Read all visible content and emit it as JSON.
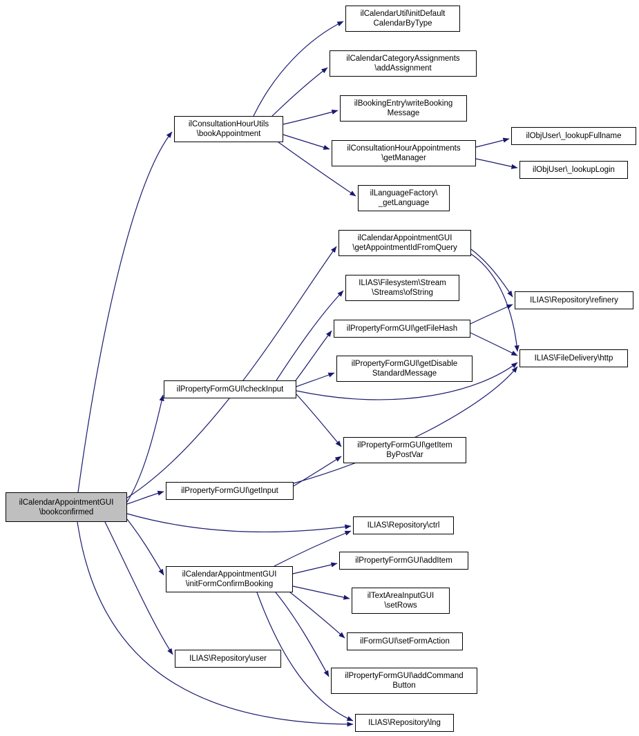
{
  "diagram": {
    "type": "call-graph",
    "colors": {
      "edge_color": "#191970",
      "node_border_color": "#000000",
      "node_fill": "#ffffff",
      "highlight_fill": "#bfbfbf",
      "background": "#ffffff"
    },
    "nodes": [
      {
        "id": "bookconfirmed",
        "highlighted": true,
        "lines": [
          "ilCalendarAppointmentGUI",
          "\\bookconfirmed"
        ]
      },
      {
        "id": "bookAppointment",
        "lines": [
          "ilConsultationHourUtils",
          "\\bookAppointment"
        ]
      },
      {
        "id": "initDefaultCalendarByType",
        "lines": [
          "ilCalendarUtil\\initDefault",
          "CalendarByType"
        ]
      },
      {
        "id": "addAssignment",
        "lines": [
          "ilCalendarCategoryAssignments",
          "\\addAssignment"
        ]
      },
      {
        "id": "writeBookingMessage",
        "lines": [
          "ilBookingEntry\\writeBooking",
          "Message"
        ]
      },
      {
        "id": "getManager",
        "lines": [
          "ilConsultationHourAppointments",
          "\\getManager"
        ]
      },
      {
        "id": "getLanguage",
        "lines": [
          "ilLanguageFactory\\",
          "_getLanguage"
        ]
      },
      {
        "id": "lookupFullname",
        "lines": [
          "ilObjUser\\_lookupFullname"
        ]
      },
      {
        "id": "lookupLogin",
        "lines": [
          "ilObjUser\\_lookupLogin"
        ]
      },
      {
        "id": "getAppointmentIdFromQuery",
        "lines": [
          "ilCalendarAppointmentGUI",
          "\\getAppointmentIdFromQuery"
        ]
      },
      {
        "id": "ofString",
        "lines": [
          "ILIAS\\Filesystem\\Stream",
          "\\Streams\\ofString"
        ]
      },
      {
        "id": "getFileHash",
        "lines": [
          "ilPropertyFormGUI\\getFileHash"
        ]
      },
      {
        "id": "refinery",
        "lines": [
          "ILIAS\\Repository\\refinery"
        ]
      },
      {
        "id": "http",
        "lines": [
          "ILIAS\\FileDelivery\\http"
        ]
      },
      {
        "id": "getDisableStandardMessage",
        "lines": [
          "ilPropertyFormGUI\\getDisable",
          "StandardMessage"
        ]
      },
      {
        "id": "checkInput",
        "lines": [
          "ilPropertyFormGUI\\checkInput"
        ]
      },
      {
        "id": "getItemByPostVar",
        "lines": [
          "ilPropertyFormGUI\\getItem",
          "ByPostVar"
        ]
      },
      {
        "id": "getInput",
        "lines": [
          "ilPropertyFormGUI\\getInput"
        ]
      },
      {
        "id": "ctrl",
        "lines": [
          "ILIAS\\Repository\\ctrl"
        ]
      },
      {
        "id": "addItem",
        "lines": [
          "ilPropertyFormGUI\\addItem"
        ]
      },
      {
        "id": "initFormConfirmBooking",
        "lines": [
          "ilCalendarAppointmentGUI",
          "\\initFormConfirmBooking"
        ]
      },
      {
        "id": "setRows",
        "lines": [
          "ilTextAreaInputGUI",
          "\\setRows"
        ]
      },
      {
        "id": "setFormAction",
        "lines": [
          "ilFormGUI\\setFormAction"
        ]
      },
      {
        "id": "addCommandButton",
        "lines": [
          "ilPropertyFormGUI\\addCommand",
          "Button"
        ]
      },
      {
        "id": "lng",
        "lines": [
          "ILIAS\\Repository\\lng"
        ]
      },
      {
        "id": "user",
        "lines": [
          "ILIAS\\Repository\\user"
        ]
      }
    ],
    "edges": [
      {
        "from": "bookconfirmed",
        "to": "bookAppointment"
      },
      {
        "from": "bookconfirmed",
        "to": "getAppointmentIdFromQuery"
      },
      {
        "from": "bookconfirmed",
        "to": "checkInput"
      },
      {
        "from": "bookconfirmed",
        "to": "getInput"
      },
      {
        "from": "bookconfirmed",
        "to": "ctrl"
      },
      {
        "from": "bookconfirmed",
        "to": "initFormConfirmBooking"
      },
      {
        "from": "bookconfirmed",
        "to": "user"
      },
      {
        "from": "bookconfirmed",
        "to": "lng"
      },
      {
        "from": "bookAppointment",
        "to": "initDefaultCalendarByType"
      },
      {
        "from": "bookAppointment",
        "to": "addAssignment"
      },
      {
        "from": "bookAppointment",
        "to": "writeBookingMessage"
      },
      {
        "from": "bookAppointment",
        "to": "getManager"
      },
      {
        "from": "bookAppointment",
        "to": "getLanguage"
      },
      {
        "from": "getManager",
        "to": "lookupFullname"
      },
      {
        "from": "getManager",
        "to": "lookupLogin"
      },
      {
        "from": "getAppointmentIdFromQuery",
        "to": "refinery"
      },
      {
        "from": "getAppointmentIdFromQuery",
        "to": "http"
      },
      {
        "from": "checkInput",
        "to": "ofString"
      },
      {
        "from": "checkInput",
        "to": "getFileHash"
      },
      {
        "from": "checkInput",
        "to": "getDisableStandardMessage"
      },
      {
        "from": "checkInput",
        "to": "getItemByPostVar"
      },
      {
        "from": "checkInput",
        "to": "http"
      },
      {
        "from": "getFileHash",
        "to": "refinery"
      },
      {
        "from": "getFileHash",
        "to": "http"
      },
      {
        "from": "getInput",
        "to": "getItemByPostVar"
      },
      {
        "from": "getInput",
        "to": "http"
      },
      {
        "from": "initFormConfirmBooking",
        "to": "ctrl"
      },
      {
        "from": "initFormConfirmBooking",
        "to": "addItem"
      },
      {
        "from": "initFormConfirmBooking",
        "to": "setRows"
      },
      {
        "from": "initFormConfirmBooking",
        "to": "setFormAction"
      },
      {
        "from": "initFormConfirmBooking",
        "to": "addCommandButton"
      },
      {
        "from": "initFormConfirmBooking",
        "to": "lng"
      }
    ]
  }
}
